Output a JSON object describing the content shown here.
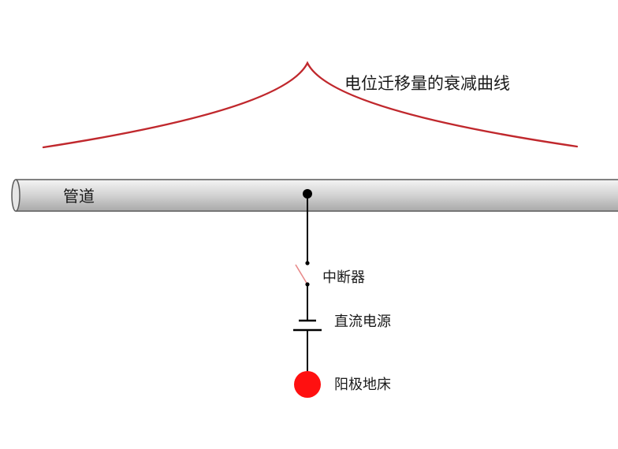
{
  "labels": {
    "curve": "电位迁移量的衰减曲线",
    "pipe": "管道",
    "breaker": "中断器",
    "dc_source": "直流电源",
    "anode_bed": "阳极地床"
  },
  "colors": {
    "curve": "#c0282d",
    "pipe_fill_light": "#f4f4f4",
    "pipe_fill_dark": "#a9a9a9",
    "pipe_outline": "#5a5a5a",
    "wire": "#000000",
    "switch_blade": "#e88a8a",
    "anode": "#ff1010"
  }
}
